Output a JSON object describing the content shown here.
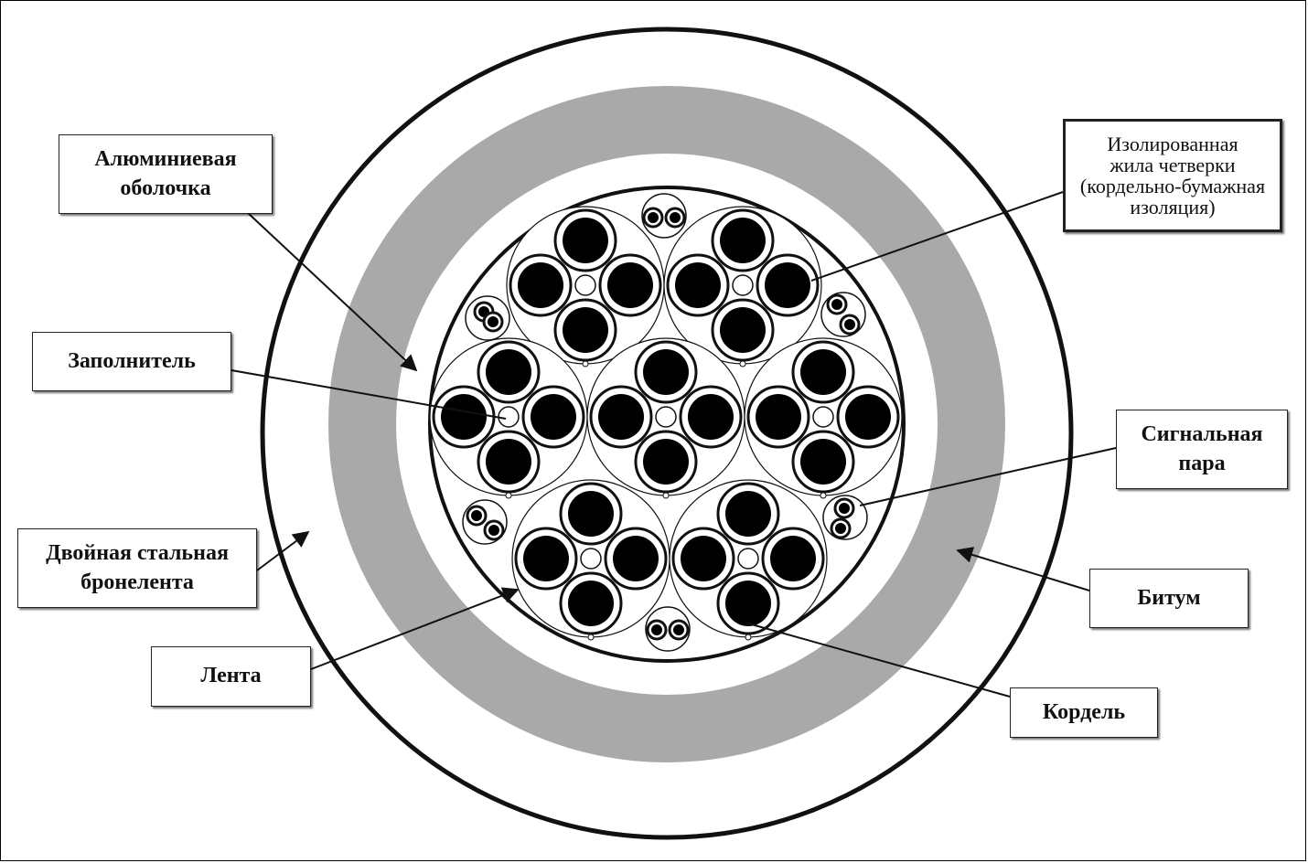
{
  "labels": {
    "aluminum_sheath": "Алюминиевая\nоболочка",
    "filler": "Заполнитель",
    "steel_armor": "Двойная стальная\nбронелента",
    "tape": "Лента",
    "quad_core": "Изолированная\nжила четверки\n(кордельно-бумажная\nизоляция)",
    "signal_pair": "Сигнальная\nпара",
    "bitumen": "Битум",
    "cord": "Кордель"
  },
  "colors": {
    "bitumen_gray": "#a9a9a9",
    "conductor_black": "#000000",
    "outline": "#111111"
  },
  "icons": {
    "arrow": "arrowhead-icon"
  }
}
